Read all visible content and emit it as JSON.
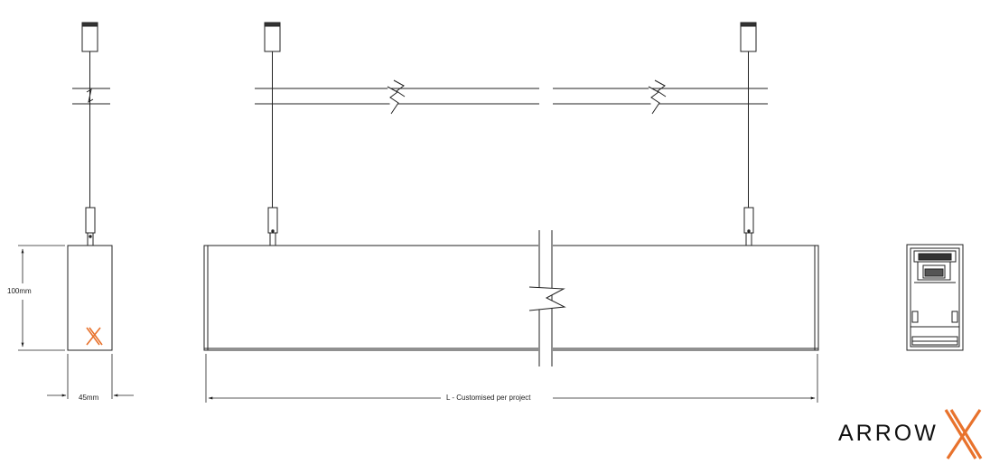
{
  "dimensions": {
    "height": "100mm",
    "width": "45mm",
    "length": "L - Customised per project"
  },
  "brand": {
    "wordmark": "ARROW",
    "accent_color": "#e8722c"
  },
  "views": [
    "side-elevation",
    "front-elevation",
    "end-section"
  ]
}
